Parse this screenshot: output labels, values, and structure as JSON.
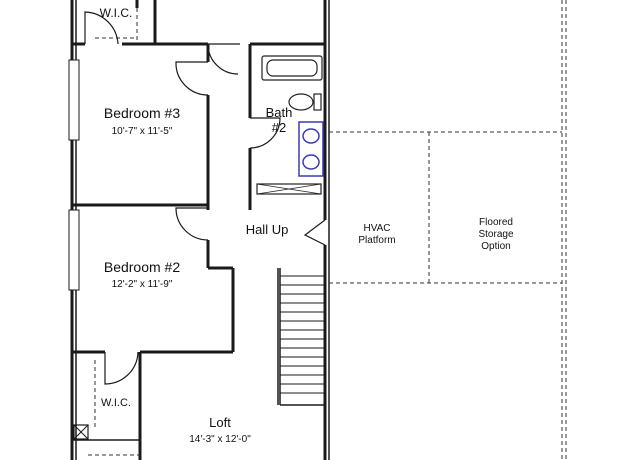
{
  "plan": {
    "rooms": {
      "wic_top": {
        "name": "W.I.C."
      },
      "bedroom3": {
        "name": "Bedroom #3",
        "size": "10'-7\" x 11'-5\""
      },
      "bath2": {
        "line1": "Bath",
        "line2": "#2"
      },
      "hall": {
        "name": "Hall Up"
      },
      "hvac": {
        "line1": "HVAC",
        "line2": "Platform"
      },
      "storage": {
        "line1": "Floored",
        "line2": "Storage",
        "line3": "Option"
      },
      "bedroom2": {
        "name": "Bedroom #2",
        "size": "12'-2\" x 11'-9\""
      },
      "wic_bottom": {
        "name": "W.I.C."
      },
      "loft": {
        "name": "Loft",
        "size": "14'-3\" x 12'-0\""
      }
    }
  },
  "colors": {
    "wall": "#1a1a1a",
    "sink": "#3b3bb0",
    "background": "#ffffff"
  }
}
